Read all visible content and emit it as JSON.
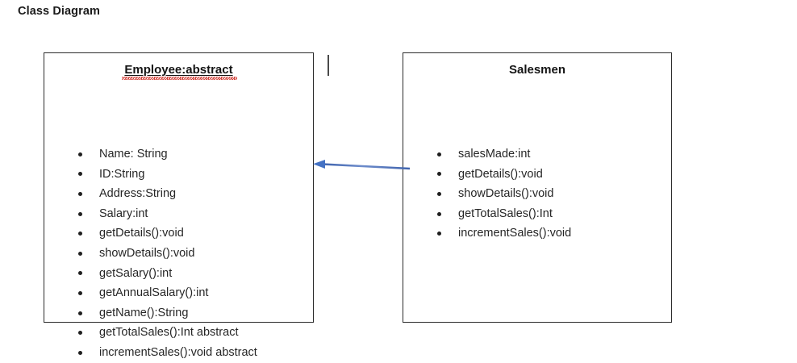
{
  "document": {
    "heading": "Class Diagram"
  },
  "diagram": {
    "type": "uml-class-diagram",
    "accent_color": "#4472C4",
    "border_color": "#2b2b2b",
    "text_color": "#262626",
    "spellcheck_color": "#d33a32",
    "classes": [
      {
        "id": "employee",
        "title": "Employee:abstract",
        "title_underlined": true,
        "spellcheck_underline": true,
        "members": [
          "Name: String",
          "ID:String",
          "Address:String",
          "Salary:int",
          "getDetails():void",
          "showDetails():void",
          "getSalary():int",
          "getAnnualSalary():int",
          "getName():String",
          "getTotalSales():Int abstract",
          "incrementSales():void abstract"
        ]
      },
      {
        "id": "salesmen",
        "title": "Salesmen",
        "title_underlined": false,
        "spellcheck_underline": false,
        "members": [
          "salesMade:int",
          "getDetails():void",
          "showDetails():void",
          "getTotalSales():Int",
          "incrementSales():void"
        ]
      }
    ],
    "connector": {
      "name": "inheritance-arrow",
      "from": "salesmen",
      "to": "employee",
      "direction": "left",
      "color": "#4472C4",
      "arrowhead": "solid-triangle"
    },
    "caret": {
      "name": "text-caret",
      "visible": true
    }
  }
}
